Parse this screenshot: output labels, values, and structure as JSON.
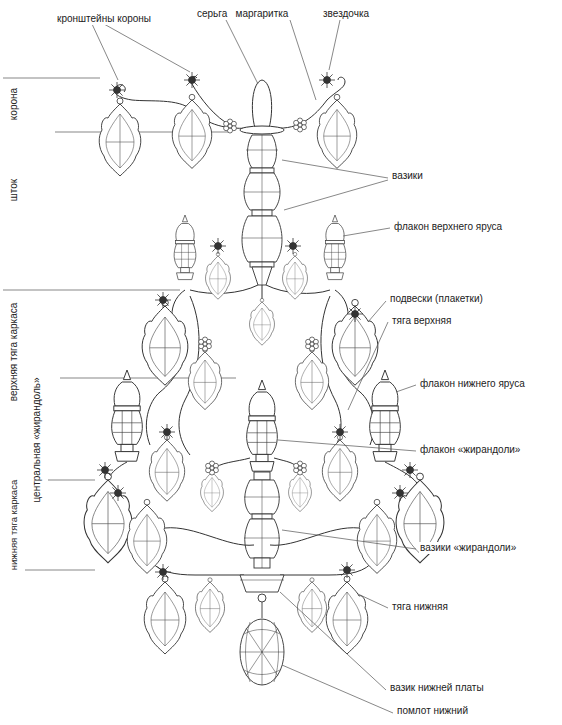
{
  "diagram": {
    "labels": [
      "кронштейны короны",
      "серьга",
      "маргаритка",
      "звездочка",
      "корона",
      "шток",
      "верхняя тяга каркаса",
      "центральная «жирандоль»",
      "нижняя тяга каркаса",
      "вазики",
      "флакон верхнего яруса",
      "подвески (плакетки)",
      "тяга верхняя",
      "флакон нижнего яруса",
      "флакон «жирандоли»",
      "вазики «жирандоли»",
      "тяга нижняя",
      "вазик нижней платы",
      "помлот нижний"
    ]
  }
}
